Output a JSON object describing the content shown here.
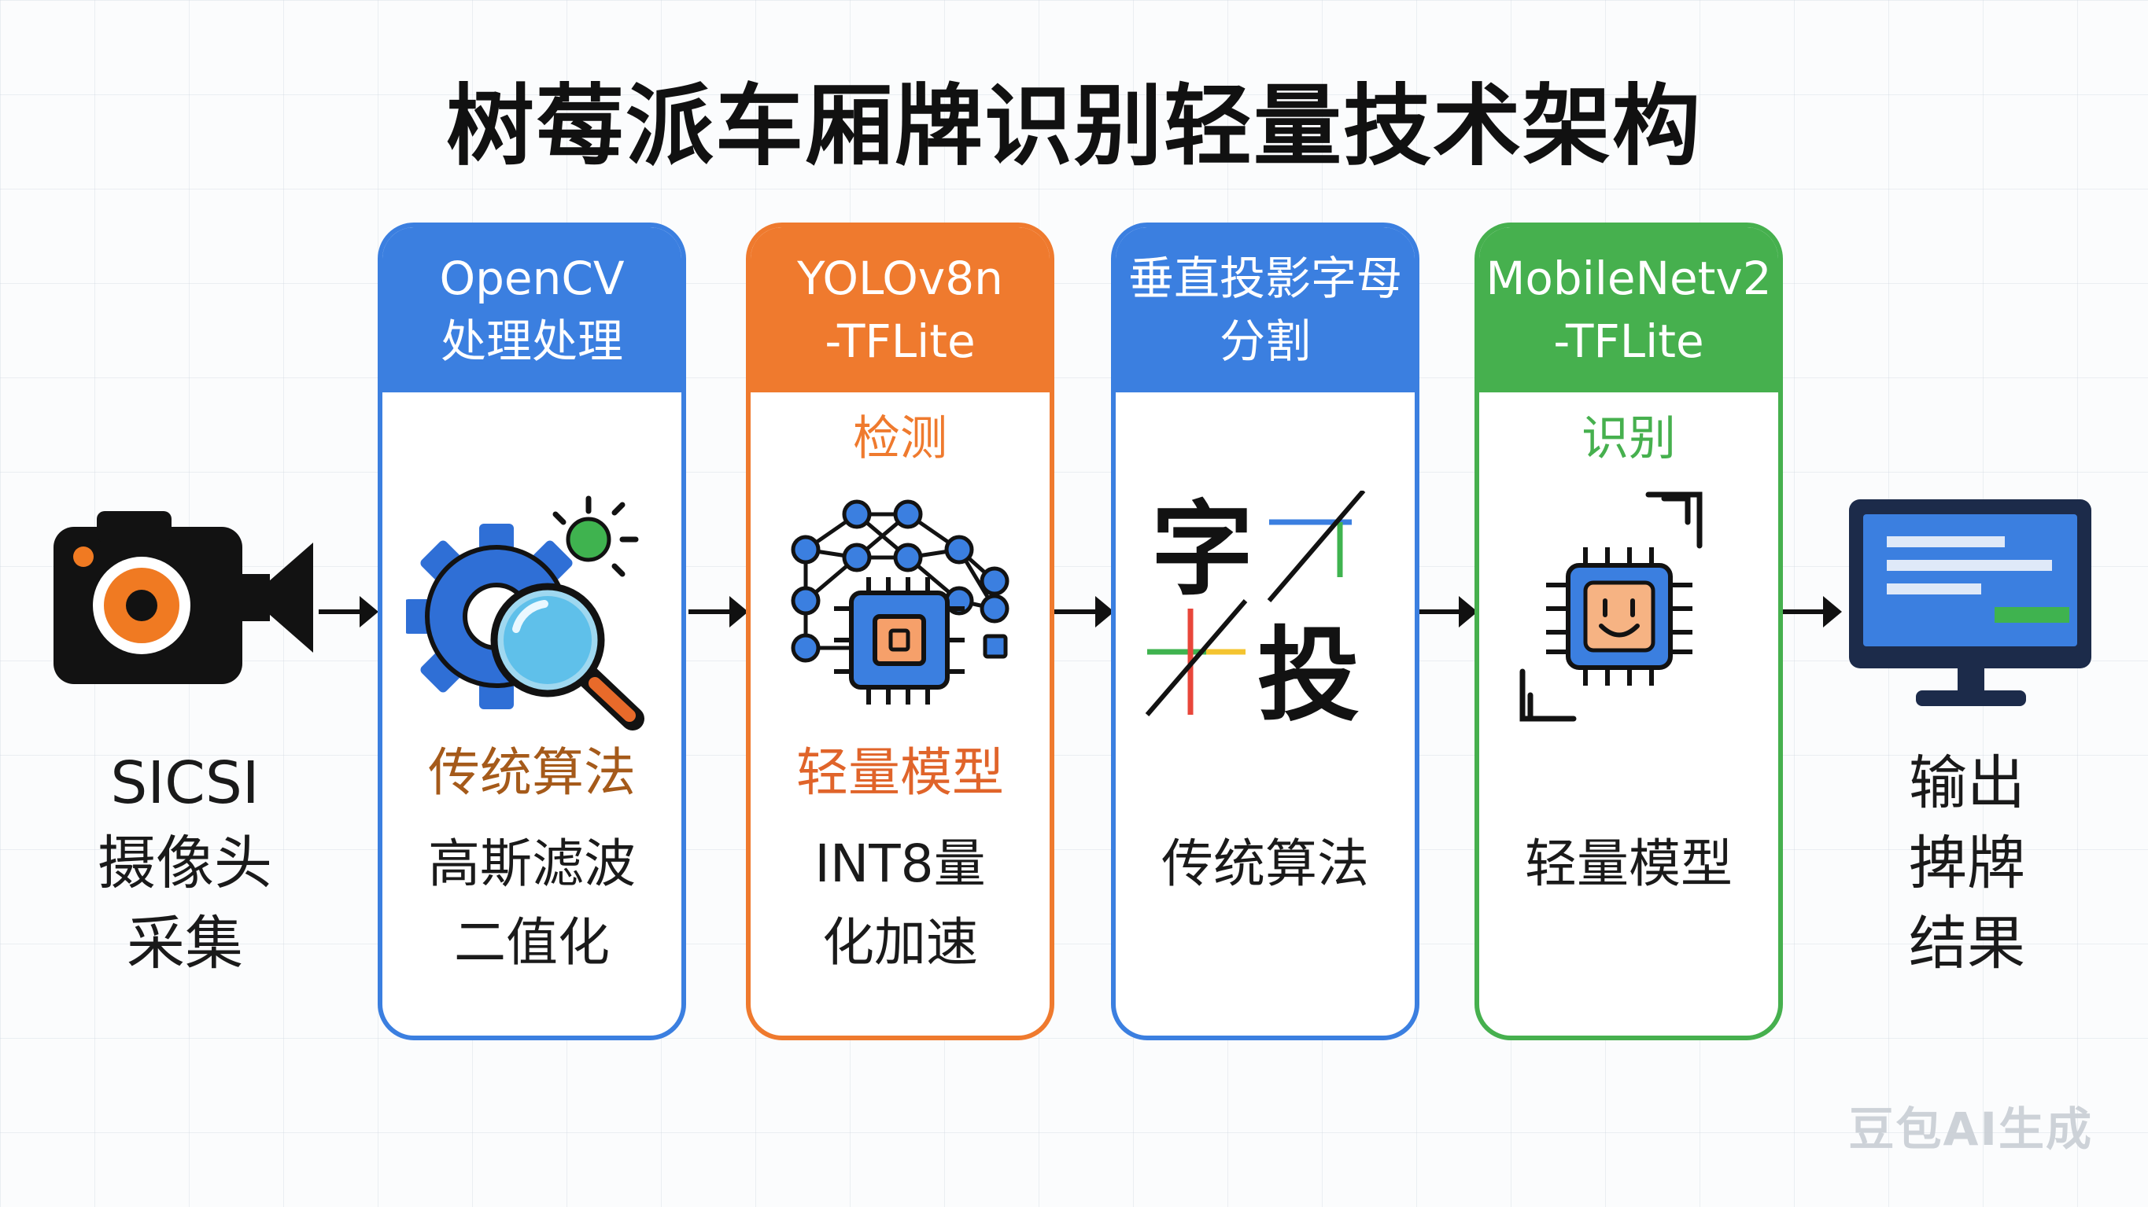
{
  "title": "树莓派车厢牌识别轻量技术架构",
  "input": {
    "lines": [
      "SICSI",
      "摄像头",
      "采集"
    ],
    "icon": "camera-icon"
  },
  "stages": [
    {
      "head": [
        "OpenCV",
        "处理处理"
      ],
      "sub": "",
      "tag": "传统算法",
      "desc": [
        "高斯滤波",
        "二值化"
      ],
      "icon": "gear-magnifier-icon",
      "color": "#3b7fe0"
    },
    {
      "head": [
        "YOLOv8n",
        "-TFLite"
      ],
      "sub": "检测",
      "tag": "轻量模型",
      "desc": [
        "INT8量",
        "化加速"
      ],
      "icon": "neural-chip-icon",
      "color": "#ef7a2e"
    },
    {
      "head": [
        "垂直投影字母",
        "分割"
      ],
      "sub": "",
      "tag": "",
      "desc": [
        "传统算法"
      ],
      "icon": "character-split-icon",
      "color": "#3b7fe0",
      "glyphs": [
        "字",
        "投"
      ]
    },
    {
      "head": [
        "MobileNetv2",
        "-TFLite"
      ],
      "sub": "识别",
      "tag": "",
      "desc": [
        "轻量模型"
      ],
      "icon": "ai-chip-scan-icon",
      "color": "#46b04e"
    }
  ],
  "output": {
    "lines": [
      "输出",
      "捭牌",
      "结果"
    ],
    "icon": "monitor-icon"
  },
  "watermark": "豆包AI生成",
  "colors": {
    "tag_brown": "#a55a1a",
    "tag_orange": "#e0642a",
    "sub_orange": "#ef7a2e",
    "sub_green": "#46b04e"
  }
}
